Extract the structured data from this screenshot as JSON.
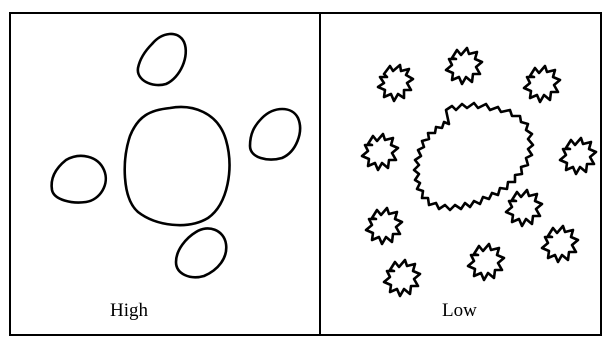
{
  "panels": [
    {
      "id": "high",
      "label": "High",
      "outline": "smooth",
      "satellite_count": 4
    },
    {
      "id": "low",
      "label": "Low",
      "outline": "jagged",
      "satellite_count": 10
    }
  ],
  "colors": {
    "stroke": "#000000",
    "background": "#ffffff"
  }
}
